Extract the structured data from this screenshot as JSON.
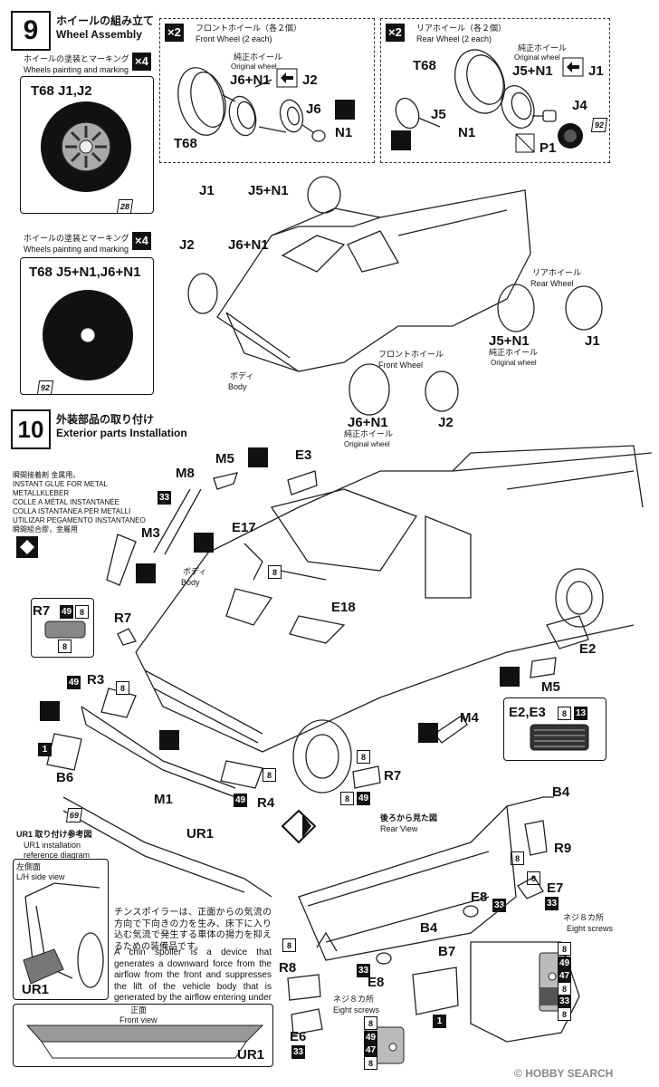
{
  "step9": {
    "number": "9",
    "title_ja": "ホイールの組み立て",
    "title_en": "Wheel Assembly",
    "marking_box1": {
      "title_ja": "ホイールの塗装とマーキング",
      "title_en": "Wheels painting and marking",
      "qty": "4",
      "label": "T68 J1,J2",
      "decal": "28"
    },
    "marking_box2": {
      "title_ja": "ホイールの塗装とマーキング",
      "title_en": "Wheels painting and marking",
      "qty": "4",
      "label": "T68  J5+N1,J6+N1",
      "decal": "92"
    },
    "front_wheel": {
      "multiplier": "2",
      "title_ja": "フロントホイール（各２個）",
      "title_en": "Front Wheel (2 each)",
      "orig_ja": "純正ホイール",
      "orig_en": "Original wheel",
      "part": "J6+N1",
      "part2": "J2",
      "part3": "J6",
      "part4": "N1",
      "tire": "T68"
    },
    "rear_wheel": {
      "multiplier": "2",
      "title_ja": "リアホイール（各２個）",
      "title_en": "Rear Wheel (2 each)",
      "orig_ja": "純正ホイール",
      "orig_en": "Original wheel",
      "tire": "T68",
      "part": "J5+N1",
      "part2": "J1",
      "part3": "J5",
      "part4": "N1",
      "part5": "J4",
      "part6": "P1",
      "decal": "92"
    },
    "assembly": {
      "j1": "J1",
      "j5n1": "J5+N1",
      "j2": "J2",
      "j6n1": "J6+N1",
      "body_ja": "ボディ",
      "body_en": "Body",
      "rear_wheel_ja": "リアホイール",
      "rear_wheel_en": "Rear Wheel",
      "rear_j5n1": "J5+N1",
      "rear_orig_ja": "純正ホイール",
      "rear_orig_en": "Original wheel",
      "rear_j1": "J1",
      "front_wheel_ja": "フロントホイール",
      "front_wheel_en": "Front Wheel",
      "front_j6n1": "J6+N1",
      "front_orig_ja": "純正ホイール",
      "front_orig_en": "Original wheel",
      "front_j2": "J2"
    }
  },
  "step10": {
    "number": "10",
    "title_ja": "外装部品の取り付け",
    "title_en": "Exterior parts Installation",
    "glue_note": [
      "瞬間接着剤 金属用。",
      "INSTANT GLUE FOR METAL",
      "METALLKLEBER",
      "COLLE A MÉTAL INSTANTANÉE",
      "COLLA ISTANTANEA PER METALLI",
      "UTILIZAR PEGAMENTO INSTANTANEO",
      "瞬間組合膠，金屬用"
    ],
    "parts": {
      "m8": "M8",
      "m5": "M5",
      "e3": "E3",
      "m3": "M3",
      "e17": "E17",
      "e18": "E18",
      "r7": "R7",
      "r7b": "R7",
      "r3": "R3",
      "m5b": "M5",
      "e2": "E2",
      "m4": "M4",
      "b6": "B6",
      "m1": "M1",
      "r4": "R4",
      "r7c": "R7",
      "ur1": "UR1",
      "b4": "B4",
      "r9": "R9",
      "e7": "E7",
      "e8": "E8",
      "b4b": "B4",
      "b7": "B7",
      "r8": "R8",
      "e8b": "E8",
      "e6": "E6",
      "ur1b": "UR1"
    },
    "body_ja": "ボディ",
    "body_en": "Body",
    "r7_box": {
      "label": "R7",
      "c1": "49",
      "c2": "8",
      "c3": "8"
    },
    "e2e3_box": {
      "label": "E2,E3",
      "c1": "8",
      "c2": "13"
    },
    "colors": {
      "c33": "33",
      "c49": "49",
      "c8": "8",
      "c1": "1",
      "c69": "69",
      "c47": "47"
    },
    "ur1_ref": {
      "title_ja": "UR1 取り付け参考図",
      "title_en1": "UR1 installation",
      "title_en2": "reference diagram",
      "side_ja": "左側面",
      "side_en": "L/H side view",
      "ur1": "UR1"
    },
    "rear_view_ja": "後ろから見た図",
    "rear_view_en": "Rear View",
    "chin_note_ja": "チンスポイラーは、正面からの気流の方向で下向きの力を生み、床下に入り込む気流で発生する車体の揚力を抑えるための装備品です。",
    "chin_note_en": "A chin spoiler is a device that generates a downward force from the airflow from the front and suppresses the lift of the vehicle body that is generated by the airflow entering under the floor.",
    "front_view_ja": "正面",
    "front_view_en": "Front view",
    "screws_ja": "ネジ８カ所",
    "screws_en": "Eight screws",
    "screws2_ja": "ネジ８カ所",
    "screws2_en": "Eight screws"
  },
  "watermark": "HOBBY SEARCH"
}
